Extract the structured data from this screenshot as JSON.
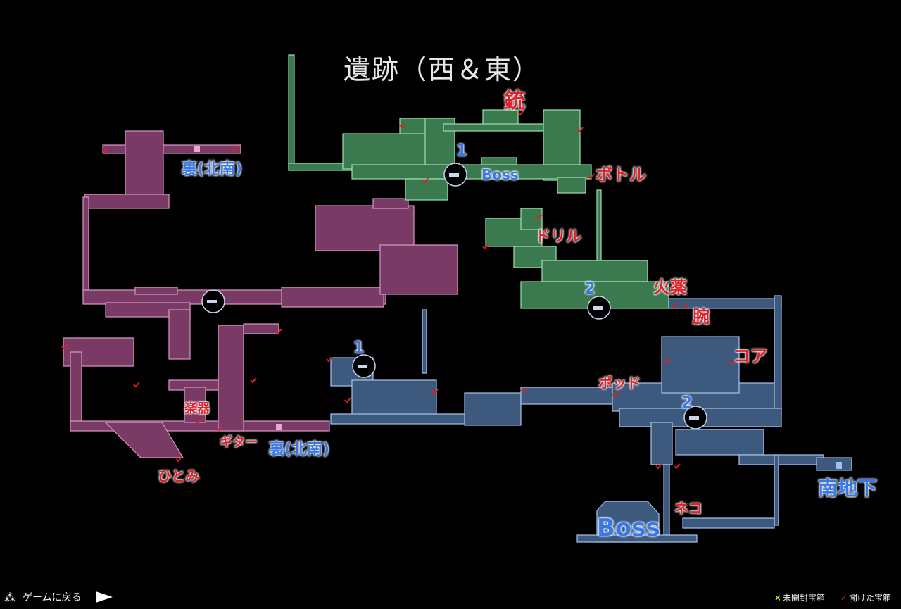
{
  "title": "遺跡（西＆東）",
  "colors": {
    "west": "#7a3a66",
    "west_border": "#d89ac4",
    "north": "#3b7a4f",
    "north_border": "#9ee0b0",
    "east": "#3d5a7e",
    "east_border": "#a8c4e8",
    "label_red": "#e0202a",
    "label_blue": "#3a78e8"
  },
  "item_labels": [
    "銃",
    "ボトル",
    "ドリル",
    "火薬",
    "腕",
    "コア",
    "ポッド",
    "楽器",
    "ギター",
    "ひとみ",
    "ネコ"
  ],
  "area_labels": {
    "west_north_exit": "裏(北南)",
    "west_south_exit": "裏(北南)",
    "boss_north": "Boss",
    "boss_east": "Boss",
    "south_underground": "南地下"
  },
  "save_points": [
    "1",
    "2",
    "1",
    "2"
  ],
  "footer": {
    "back_label": "ゲームに戻る",
    "legend_unopened": "未開封宝箱",
    "legend_opened": "開けた宝箱",
    "unopened_mark": "×",
    "opened_mark": "✓"
  }
}
